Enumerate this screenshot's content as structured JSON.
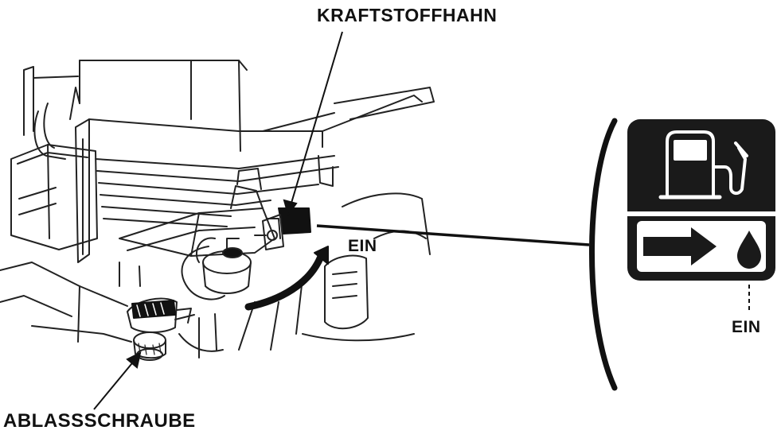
{
  "labels": {
    "fuel_valve": "KRAFTSTOFFHAHN",
    "on_at_valve": "EIN",
    "on_at_symbol": "EIN",
    "drain_screw": "ABLASSSCHRAUBE"
  },
  "symbol": {
    "upper_icon": "fuel-pump-icon",
    "lower_icons": [
      "arrow-right-icon",
      "fuel-drop-icon"
    ],
    "background_color": "#1a1a1a",
    "foreground_color": "#ffffff"
  },
  "colors": {
    "ink": "#111111",
    "paper": "#ffffff"
  }
}
